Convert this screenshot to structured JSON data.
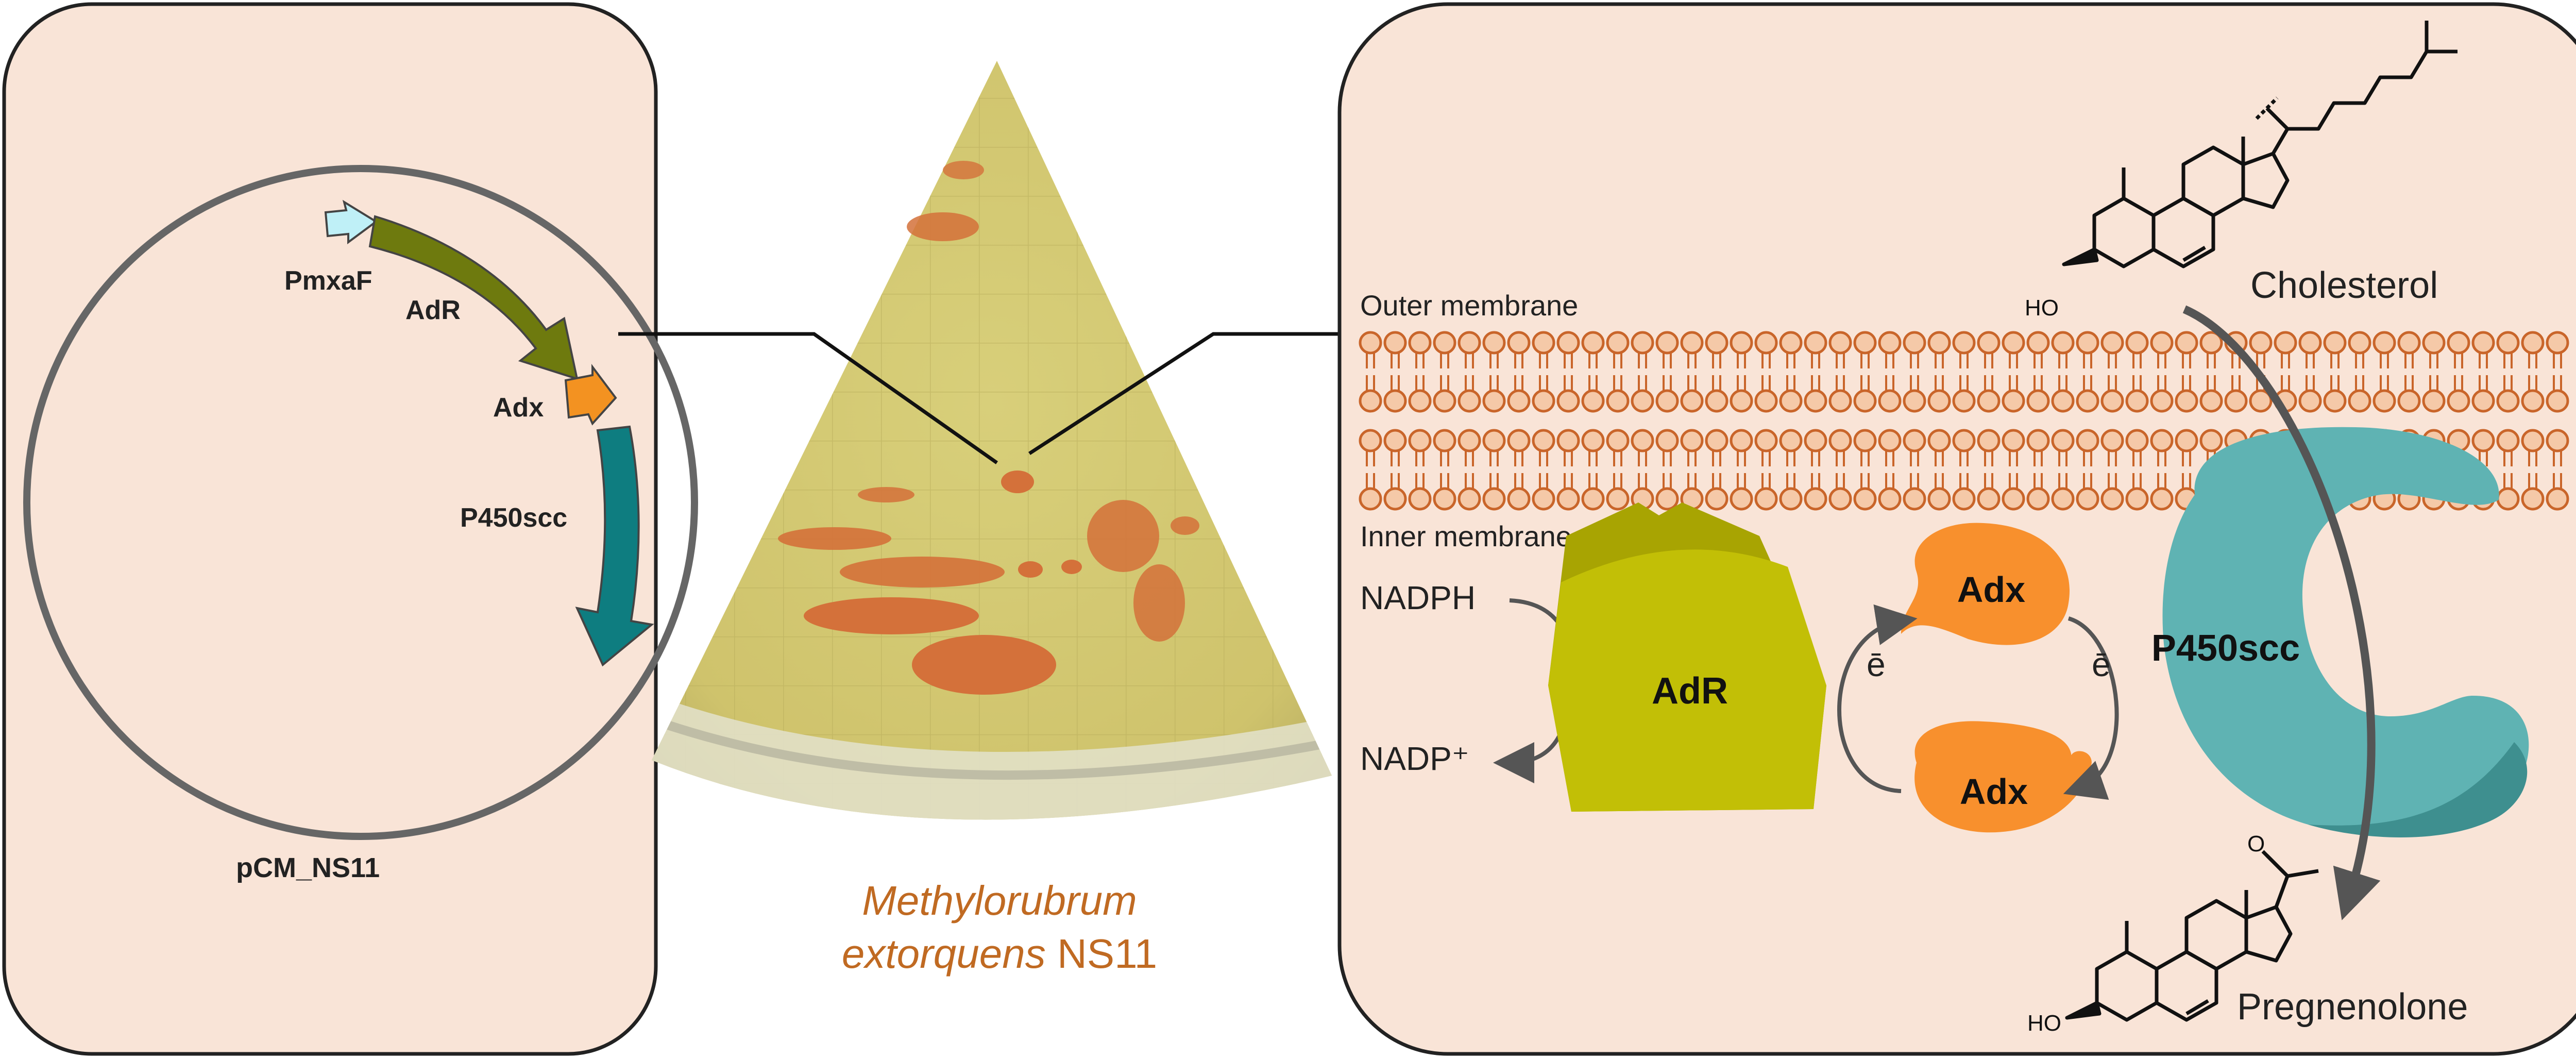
{
  "plasmid": {
    "name": "pCM_NS11",
    "labels": {
      "promoter": "PmxaF",
      "adr": "AdR",
      "adx": "Adx",
      "p450": "P450scc"
    }
  },
  "plate": {
    "organism_italic_line1": "Methylorubrum",
    "organism_italic_line2": "extorquens",
    "strain": "NS11"
  },
  "pathway": {
    "outer_membrane": "Outer membrane",
    "inner_membrane": "Inner membrane",
    "substrate": "Cholesterol",
    "product": "Pregnenolone",
    "cofactor_in": "NADPH",
    "cofactor_out": "NADP⁺",
    "electron": "ē",
    "adr": "AdR",
    "adx_top": "Adx",
    "adx_bottom": "Adx",
    "p450": "P450scc",
    "hydroxyl": "HO",
    "carbonyl_o": "O"
  },
  "colors": {
    "panel_fill": "#f9e4d7",
    "promoter": "#bff0f7",
    "adr_gene": "#6e7a0e",
    "adx_gene": "#f39221",
    "p450_gene": "#0e7d80",
    "membrane": "#c9652a",
    "adr_protein": "#c2bf06",
    "adx_protein": "#f8902d",
    "p450_protein": "#5fb3b3",
    "organism_text": "#c06a22"
  }
}
